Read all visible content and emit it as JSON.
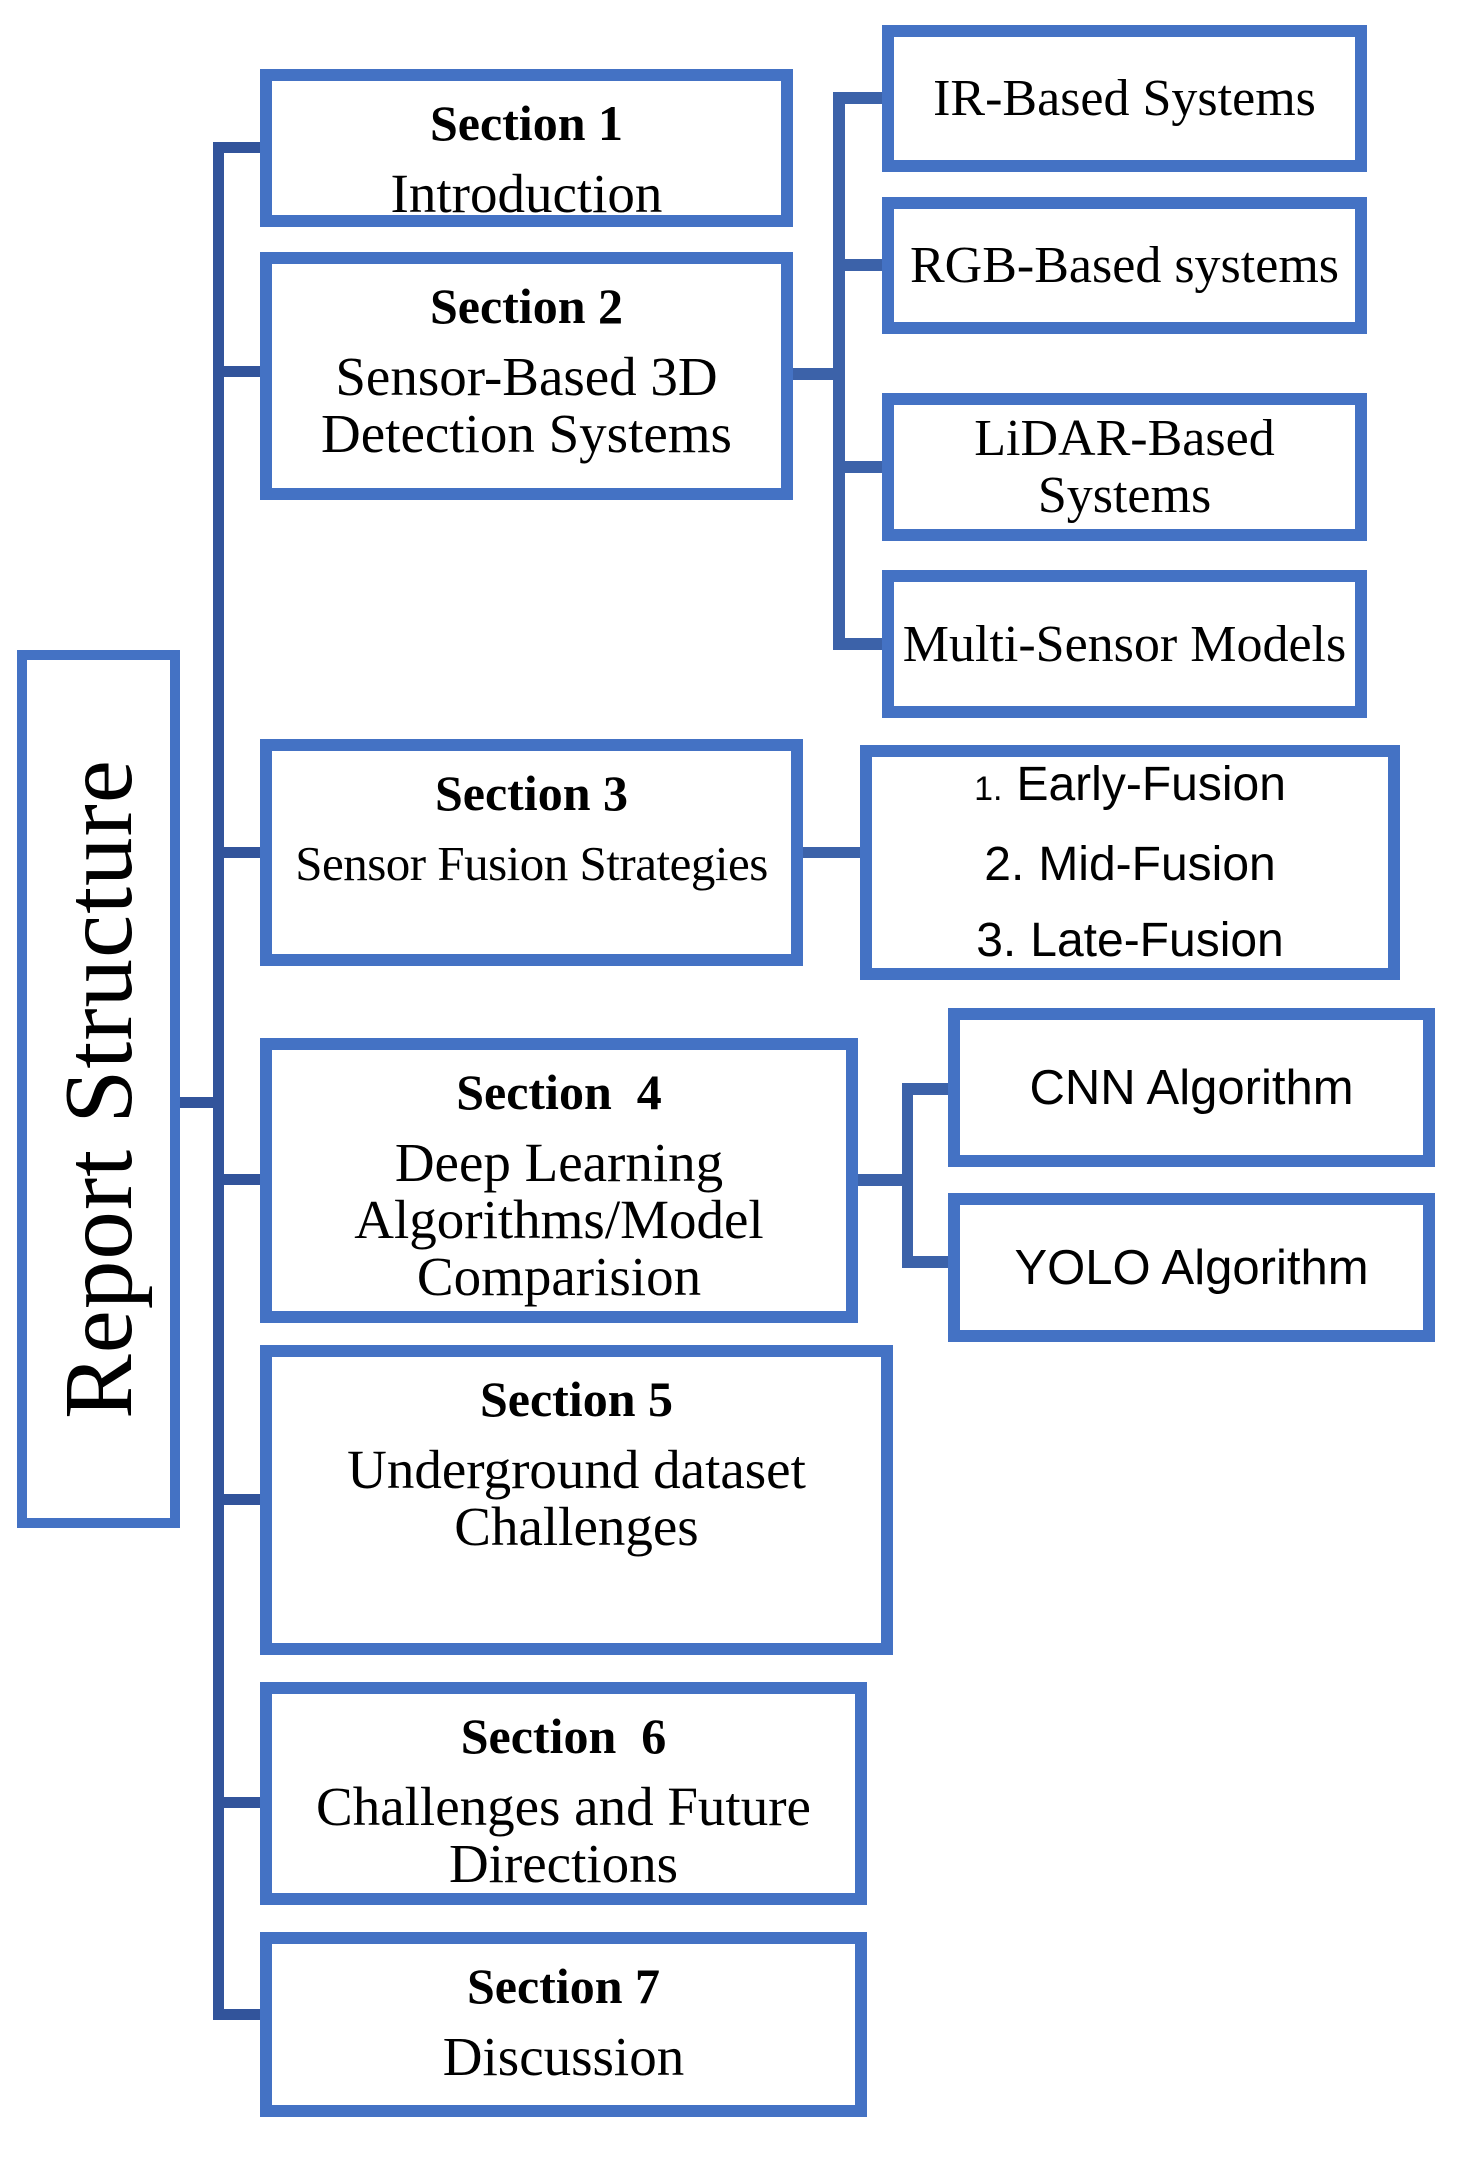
{
  "colors": {
    "box_border": "#4472C4",
    "trunk_line": "#32549B",
    "branch_line": "#3C62A9",
    "text": "#000000",
    "background": "#FFFFFF"
  },
  "root_label": "Report Structure",
  "sections": [
    {
      "title": "Section 1",
      "lines": [
        "Introduction"
      ]
    },
    {
      "title": "Section 2",
      "lines": [
        "Sensor-Based 3D",
        "Detection Systems"
      ]
    },
    {
      "title": "Section 3",
      "lines": [
        "Sensor Fusion Strategies"
      ]
    },
    {
      "title": "Section  4",
      "lines": [
        "Deep Learning",
        "Algorithms/Model",
        "Comparision"
      ]
    },
    {
      "title": "Section 5",
      "lines": [
        "Underground dataset",
        "Challenges"
      ]
    },
    {
      "title": "Section  6",
      "lines": [
        "Challenges and Future",
        "Directions"
      ]
    },
    {
      "title": "Section 7",
      "lines": [
        "Discussion"
      ]
    }
  ],
  "sensor_systems": [
    {
      "lines": [
        "IR-Based Systems"
      ]
    },
    {
      "lines": [
        "RGB-Based systems"
      ]
    },
    {
      "lines": [
        "LiDAR-Based",
        "Systems"
      ]
    },
    {
      "lines": [
        "Multi-Sensor Models"
      ]
    }
  ],
  "fusion_strategies": [
    {
      "number": "1.",
      "label": "Early-Fusion"
    },
    {
      "number": "2.",
      "label": "Mid-Fusion"
    },
    {
      "number": "3.",
      "label": "Late-Fusion"
    }
  ],
  "algorithms": [
    {
      "label": "CNN Algorithm"
    },
    {
      "label": "YOLO Algorithm"
    }
  ]
}
